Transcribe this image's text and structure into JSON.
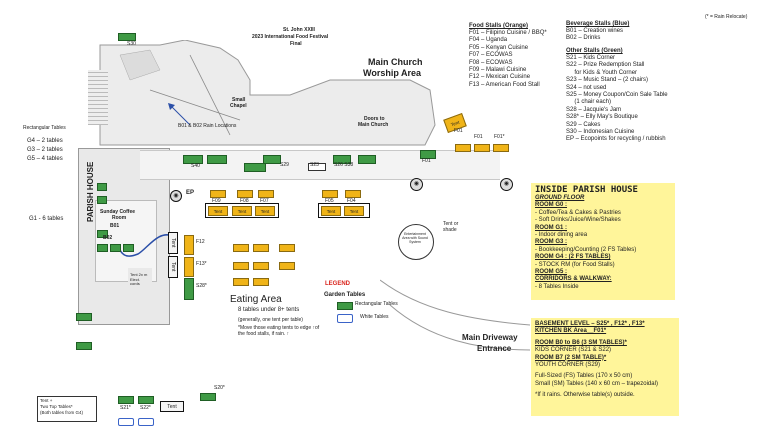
{
  "header": {
    "title_line1": "St. John XXIII",
    "title_line2": "2023 International Food Festival",
    "title_line3": "Final",
    "rain_note": "(* = Rain Relocate)"
  },
  "areas": {
    "main_church": "Main Church",
    "worship_area": "Worship Area",
    "small_chapel_1": "Small",
    "small_chapel_2": "Chapel",
    "doors_1": "Doors to",
    "doors_2": "Main Church",
    "parish_house": "PARISH HOUSE",
    "sunday_coffee_1": "Sunday Coffee",
    "sunday_coffee_2": "Room",
    "rain_locations": "B01 & B02 Rain Locations",
    "eating_area": "Eating Area",
    "eating_sub": "8 tables under 8+ tents",
    "eating_note": "(generally, one tent per table)",
    "move_note1": "*Move those eating tents to edge ↑of",
    "move_note2": "the food stalls, if rain. ↑",
    "driveway_1": "Main Driveway",
    "driveway_2": "Entrance",
    "entertainment": "Entertainment Area with Sound System",
    "tent_shade": "Tent or shade",
    "tent_2m": "Tent 2x m Elect. cords",
    "ep": "EP"
  },
  "left_notes": {
    "rect_title": "Rectangular Tables",
    "g4": "G4 – 2 tables",
    "g3": "G3 – 2 tables",
    "g5": "G5 – 4 tables",
    "g1": "G1 - 6 tables",
    "bottom_1": "Tent +",
    "bottom_2": "Two Top Tables*",
    "bottom_3": "(Both tables from G4)"
  },
  "legend": {
    "title": "LEGEND",
    "garden": "Garden Tables",
    "rect": "Rectangular Tables",
    "white": "White Tables"
  },
  "stall_labels": {
    "s30": "S30",
    "s40": "S40",
    "s29": "S29",
    "s23": "S23",
    "s26": "S26 S38",
    "f01": "F01",
    "f01b": "F01",
    "f01star": "F01*",
    "f09": "F09",
    "f08": "F08",
    "f07": "F07",
    "f05": "F05",
    "f04": "F04",
    "f12": "F12",
    "f13": "F13*",
    "s28": "S28*",
    "s20": "S20*",
    "s21": "S21*",
    "s22": "S22*",
    "b01": "B01",
    "b02": "B02",
    "tent": "Tent"
  },
  "food_stalls": {
    "title": "Food Stalls (Orange)",
    "items": [
      "F01 – Filipino Cuisine / BBQ*",
      "F04 – Uganda",
      "F05 – Kenyan Cuisine",
      "F07 – ECOWAS",
      "F08 – ECOWAS",
      "F09 – Malawi Cuisine",
      "F12 – Mexican Cuisine",
      "F13 – American Food Stall"
    ]
  },
  "beverage_stalls": {
    "title": "Beverage Stalls (Blue)",
    "items": [
      "B01 – Creation wines",
      "B02 – Drinks"
    ]
  },
  "other_stalls": {
    "title": "Other Stalls (Green)",
    "items": [
      "S21 – Kids Corner",
      "S22 – Prize Redemption Stall",
      "     for Kids & Youth Corner",
      "S23 – Music Stand – (2 chairs)",
      "S24 – not used",
      "S25 – Money Coupon/Coin Sale Table",
      "     (1 chair each)",
      "S28 – Jacquie's Jam",
      "S28* – Elly May's Boutique",
      "S29 – Cakes",
      "S30 – Indonesian Cuisine",
      "EP – Ecopoints for recycling / rubbish"
    ]
  },
  "inside_box": {
    "title": "INSIDE PARISH HOUSE",
    "ground_floor": "GROUND FLOOR",
    "lines": [
      {
        "t": "ROOM G0 :",
        "u": true
      },
      {
        "t": "- Coffee/Tea & Cakes & Pastries",
        "u": false
      },
      {
        "t": "- Soft Drinks/Juice/Wine/Shakes",
        "u": false
      },
      {
        "t": "ROOM G1 :",
        "u": true
      },
      {
        "t": "- Indoor dining area",
        "u": false
      },
      {
        "t": "ROOM G3 :",
        "u": true
      },
      {
        "t": "- Bookkeeping/Counting (2 FS Tables)",
        "u": false
      },
      {
        "t": "ROOM G4 : (2 FS TABLES)",
        "u": true
      },
      {
        "t": "- STOCK RM (for Food Stalls)",
        "u": false
      },
      {
        "t": "ROOM G5 :",
        "u": true
      },
      {
        "t": "CORRIDORS & WALKWAY:",
        "u": true
      },
      {
        "t": "- 8 Tables Inside",
        "u": false
      }
    ]
  },
  "basement_box": {
    "lines": [
      {
        "t": "BASEMENT LEVEL – S25* , F12* , F13*",
        "u": true
      },
      {
        "t": "KITCHEN BK Area__F01*",
        "u": true
      },
      {
        "t": "",
        "u": false
      },
      {
        "t": "ROOM B0 to B6 (3 SM TABLES)*",
        "u": true
      },
      {
        "t": "KIDS CORNER (S21 & S22)",
        "u": false
      },
      {
        "t": "ROOM B7 (2 SM TABLE)*",
        "u": true
      },
      {
        "t": "YOUTH CORNER (S29)",
        "u": false
      },
      {
        "t": "",
        "u": false
      },
      {
        "t": "Full-Sized (FS) Tables  (170 x 50 cm)",
        "u": false
      },
      {
        "t": "Small (SM) Tables (140 x 60 cm – trapezoidal)",
        "u": false
      },
      {
        "t": "",
        "u": false
      },
      {
        "t": "*If it rains. Otherwise table(s) outside.",
        "u": false
      }
    ]
  },
  "colors": {
    "garden": "#3f9a45",
    "orange": "#f0b418",
    "yellow_box": "#fff59a",
    "white_table_border": "#3a63c8",
    "legend_red": "#d9241c"
  }
}
